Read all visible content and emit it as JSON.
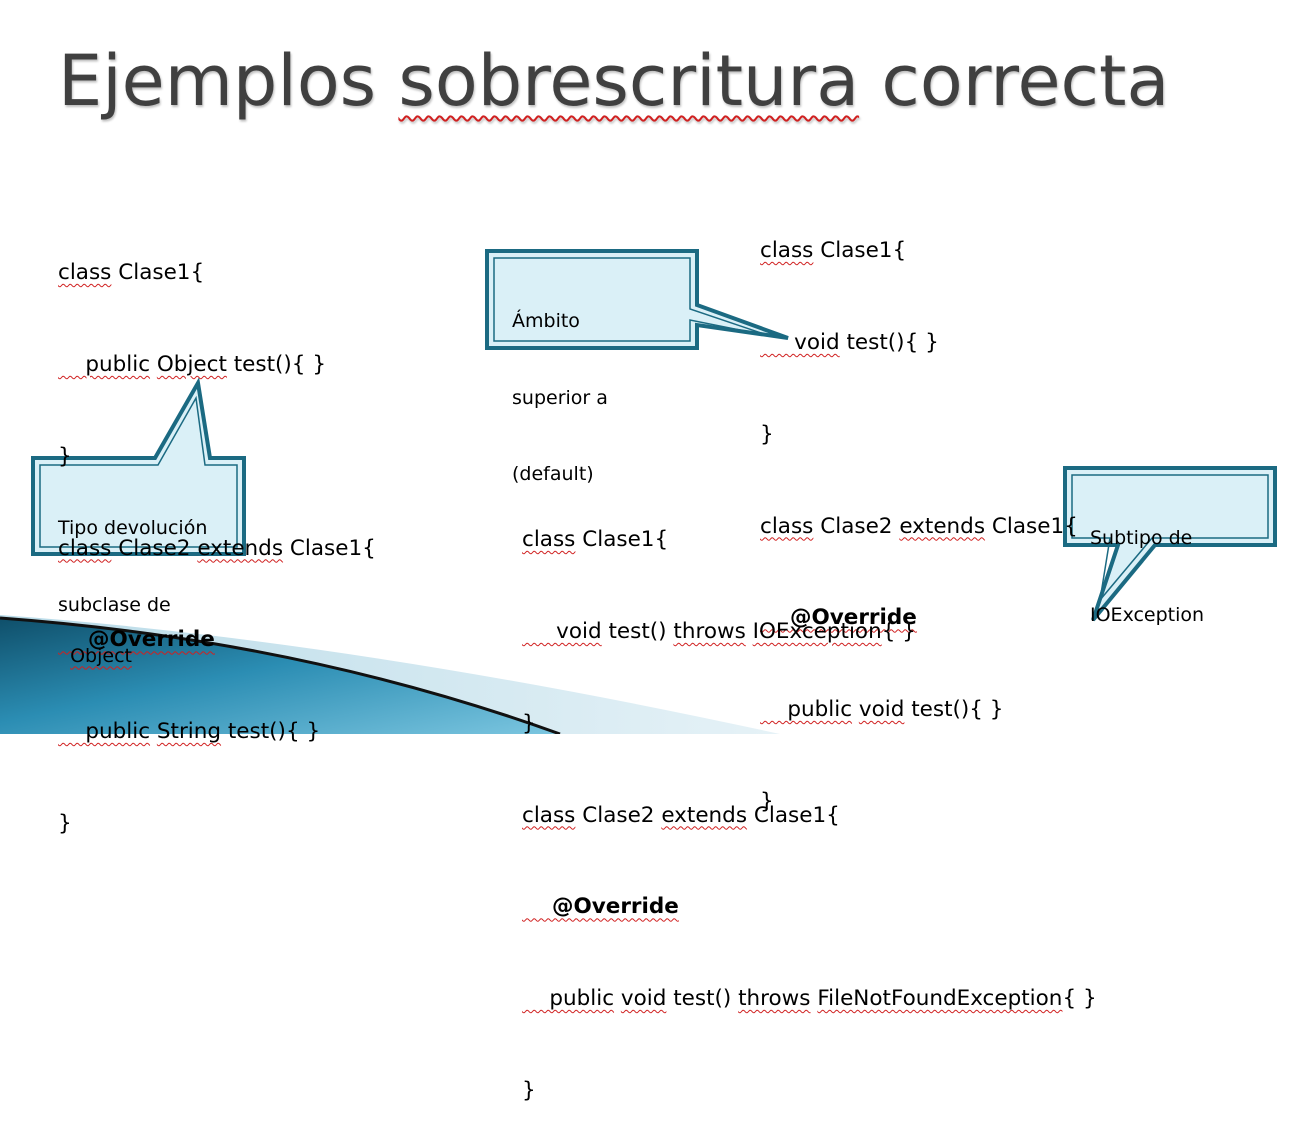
{
  "slide": {
    "title_part1": "Ejemplos",
    "title_part2": "sobrescritura",
    "title_part3": "correcta"
  },
  "colors": {
    "title": "#404040",
    "callout_fill": "#daf0f7",
    "callout_border": "#1b6a82",
    "wedge_dark": "#0f4f6a",
    "wedge_light": "#7cc6e0"
  },
  "example1": {
    "lines": [
      [
        "class",
        " Clase1{"
      ],
      [
        "    public",
        " ",
        "Object",
        " test(){ }"
      ],
      [
        "}"
      ],
      [
        "class",
        " Clase2 ",
        "extends",
        " Clase1{"
      ],
      [
        "    @Override"
      ],
      [
        "    public",
        " ",
        "String",
        " test(){ }"
      ],
      [
        "}"
      ]
    ]
  },
  "example2": {
    "lines": [
      [
        "class",
        " Clase1{"
      ],
      [
        "     void",
        " test(){ }"
      ],
      [
        "}"
      ],
      [
        "class",
        " Clase2 ",
        "extends",
        " Clase1{"
      ],
      [
        "    @Override"
      ],
      [
        "    public",
        " ",
        "void",
        " test(){ }"
      ],
      [
        "}"
      ]
    ]
  },
  "example3": {
    "lines": [
      [
        "class",
        " Clase1{"
      ],
      [
        "     void",
        " test() ",
        "throws",
        " ",
        "IOException",
        "{ }"
      ],
      [
        "}"
      ],
      [
        "class",
        " Clase2 ",
        "extends",
        " Clase1{"
      ],
      [
        "    @Override"
      ],
      [
        "    public",
        " ",
        "void",
        " test() ",
        "throws",
        " ",
        "FileNotFoundException",
        "{ }"
      ],
      [
        "}"
      ]
    ]
  },
  "callouts": {
    "tipo": {
      "line1": "Tipo devolución",
      "line2": "subclase de",
      "line3": "Object"
    },
    "ambito": {
      "line1": "Ámbito",
      "line2": "superior a",
      "line3": "(default)"
    },
    "subtipo": {
      "line1": "Subtipo de",
      "line2": "IOException"
    }
  }
}
